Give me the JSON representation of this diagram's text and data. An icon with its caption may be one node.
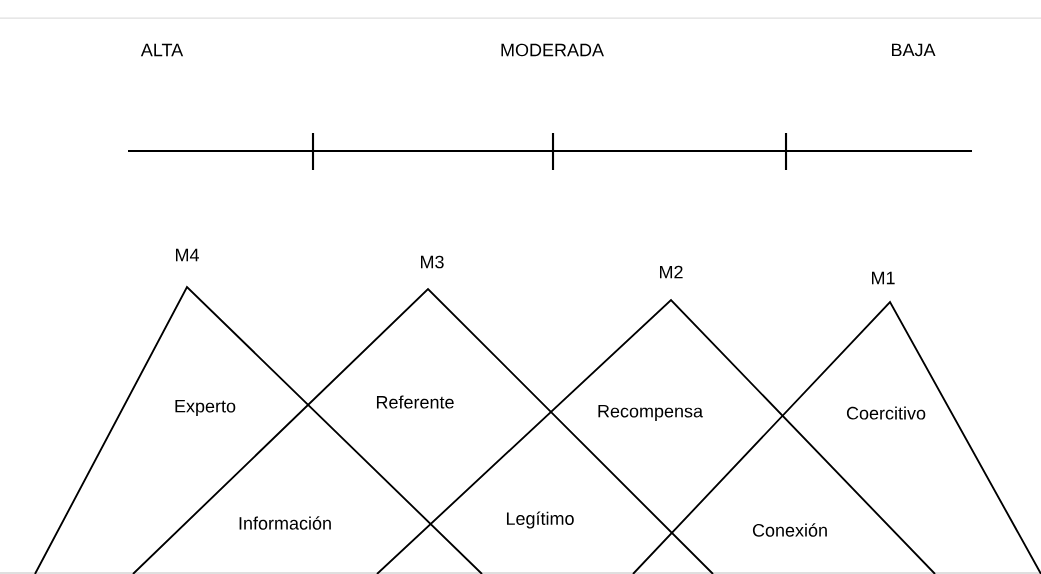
{
  "diagram": {
    "labels": [
      "ALTA",
      "MODERADA",
      "BAJA",
      "M4",
      "M3",
      "M2",
      "M1",
      "Experto",
      "Referente",
      "Recompensa",
      "Coercitivo",
      "Información",
      "Legítimo",
      "Conexión"
    ]
  }
}
